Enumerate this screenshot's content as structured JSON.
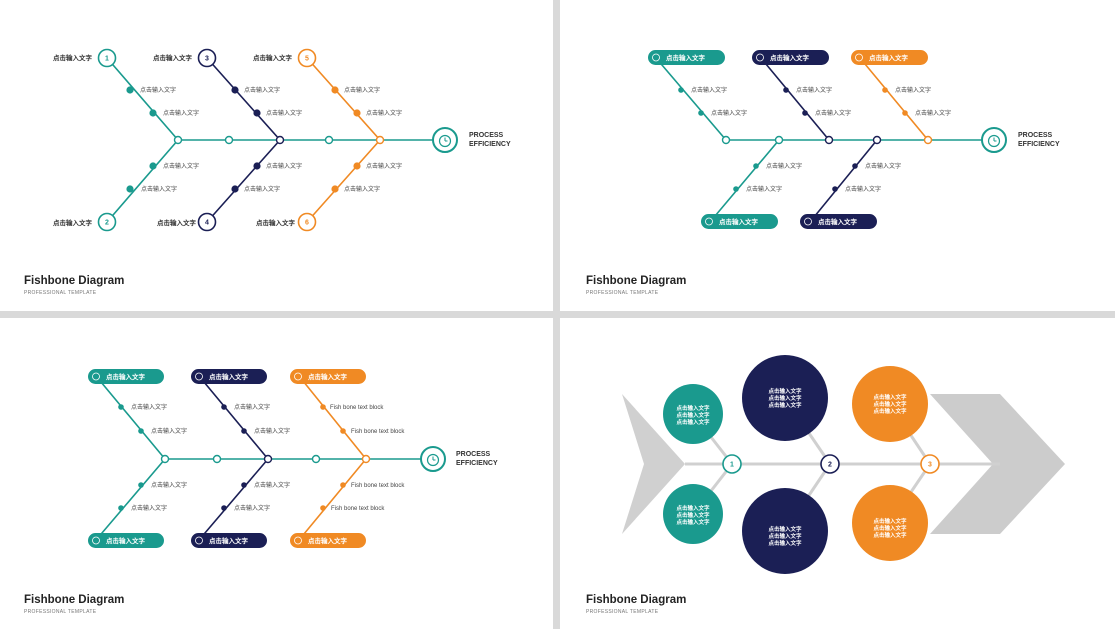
{
  "colors": {
    "teal": "#1a9a8e",
    "navy": "#1b1f55",
    "orange": "#f08a24",
    "gray": "#cfcfcf"
  },
  "common": {
    "title": "Fishbone Diagram",
    "subtitle": "PROFESSIONAL TEMPLATE",
    "head_line1": "PROCESS",
    "head_line2": "EFFICIENCY",
    "bone_text": "点击输入文字",
    "alt_text": "Fish bone text block",
    "clock_icon": "alarm-clock-icon"
  },
  "panel1": {
    "numbers": [
      "1",
      "2",
      "3",
      "4",
      "5",
      "6"
    ]
  },
  "panel2": {
    "pill_icon": "circle-info-icon"
  },
  "panel3": {
    "pill_icon": "circle-info-icon"
  },
  "panel4": {
    "numbers": [
      "1",
      "2",
      "3"
    ],
    "circle_line": "点击输入文字"
  }
}
